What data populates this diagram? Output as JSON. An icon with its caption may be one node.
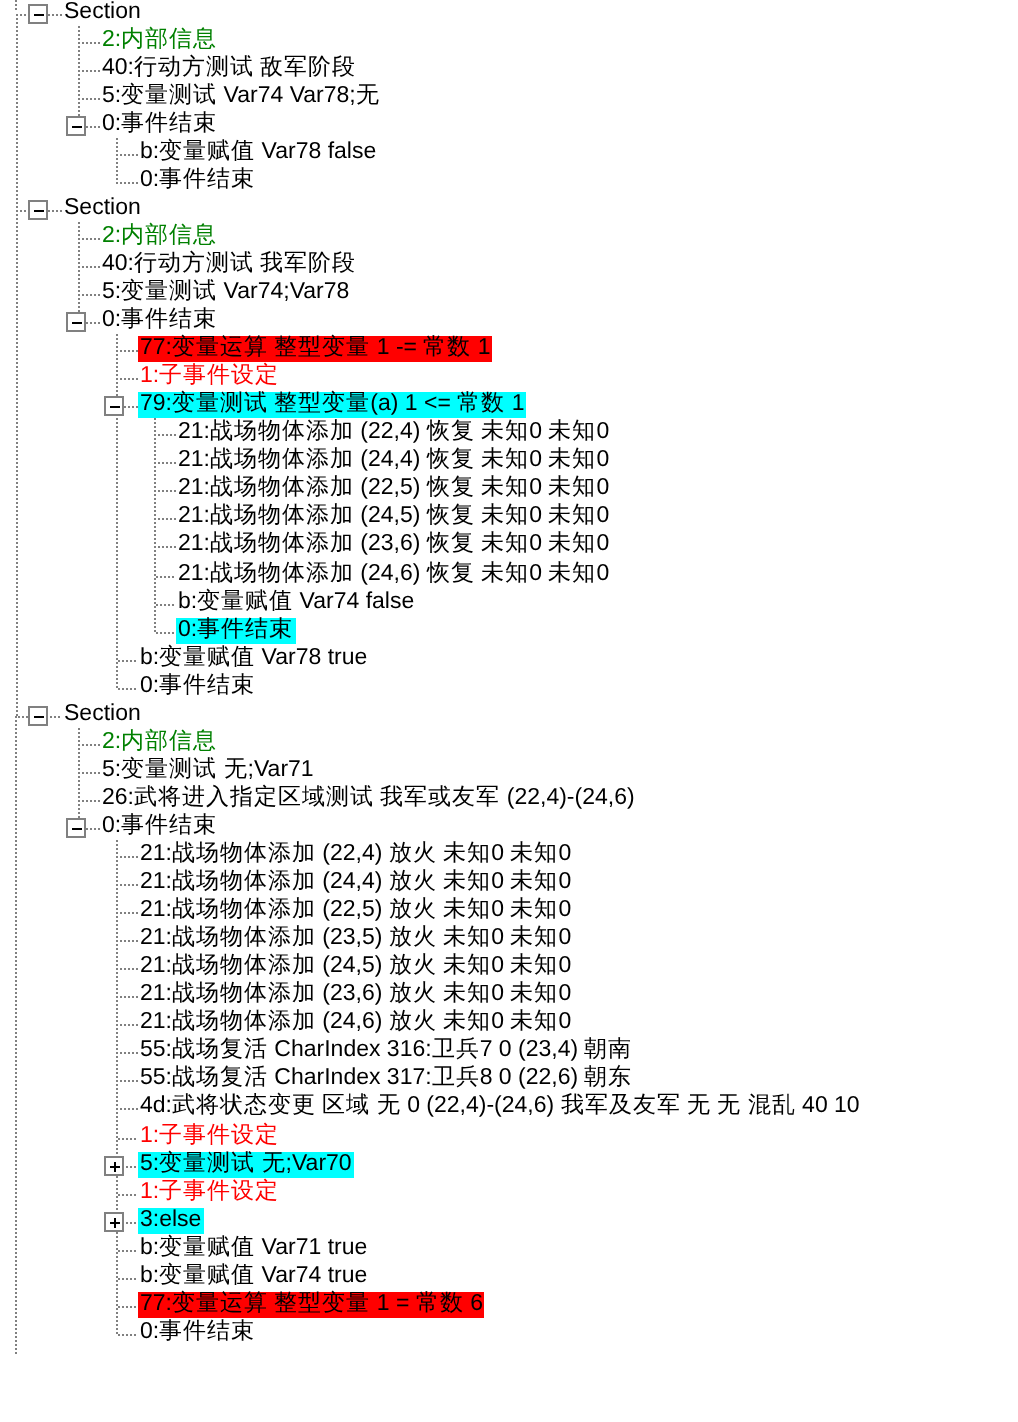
{
  "diagram": {
    "nodes": [
      {
        "text": [
          "Section"
        ]
      },
      {
        "text": [
          "2:内部信息"
        ]
      },
      {
        "text": [
          "40:行动方测试 敌军阶段"
        ]
      },
      {
        "text": [
          "5:变量测试 Var74 Var78;无"
        ]
      },
      {
        "text": [
          "0:事件结束"
        ]
      },
      {
        "text": [
          "b:变量赋值 Var78 false"
        ]
      },
      {
        "text": [
          "0:事件结束"
        ]
      },
      {
        "text": [
          "Section"
        ]
      },
      {
        "text": [
          "2:内部信息"
        ]
      },
      {
        "text": [
          "40:行动方测试 我军阶段"
        ]
      },
      {
        "text": [
          "5:变量测试 Var74;Var78"
        ]
      },
      {
        "text": [
          "0:事件结束"
        ]
      },
      {
        "text": [
          "77:变量运算 整型变量 1 -= 常数 1"
        ]
      },
      {
        "text": [
          "1:子事件设定"
        ]
      },
      {
        "text": [
          "79:变量测试 整型变量(a) 1 <= 常数 1"
        ]
      },
      {
        "text": [
          "21:战场物体添加 (22,4) 恢复 未知0 未知0"
        ]
      },
      {
        "text": [
          "21:战场物体添加 (24,4) 恢复 未知0 未知0"
        ]
      },
      {
        "text": [
          "21:战场物体添加 (22,5) 恢复 未知0 未知0"
        ]
      },
      {
        "text": [
          "21:战场物体添加 (24,5) 恢复 未知0 未知0"
        ]
      },
      {
        "text": [
          "21:战场物体添加 (23,6) 恢复 未知0 未知0"
        ]
      },
      {
        "text": [
          "21:战场物体添加 (24,6) 恢复 未知0 未知0"
        ]
      },
      {
        "text": [
          "b:变量赋值 Var74 false"
        ]
      },
      {
        "text": [
          "0:事件结束"
        ]
      },
      {
        "text": [
          "b:变量赋值 Var78 true"
        ]
      },
      {
        "text": [
          "0:事件结束"
        ]
      },
      {
        "text": [
          "Section"
        ]
      },
      {
        "text": [
          "2:内部信息"
        ]
      },
      {
        "text": [
          "5:变量测试 无;Var71"
        ]
      },
      {
        "text": [
          "26:武将进入指定区域测试 我军或友军 (22,4)-(24,6)"
        ]
      },
      {
        "text": [
          "0:事件结束"
        ]
      },
      {
        "text": [
          "21:战场物体添加 (22,4) 放火 未知0 未知0"
        ]
      },
      {
        "text": [
          "21:战场物体添加 (24,4) 放火 未知0 未知0"
        ]
      },
      {
        "text": [
          "21:战场物体添加 (22,5) 放火 未知0 未知0"
        ]
      },
      {
        "text": [
          "21:战场物体添加 (23,5) 放火 未知0 未知0"
        ]
      },
      {
        "text": [
          "21:战场物体添加 (24,5) 放火 未知0 未知0"
        ]
      },
      {
        "text": [
          "21:战场物体添加 (23,6) 放火 未知0 未知0"
        ]
      },
      {
        "text": [
          "21:战场物体添加 (24,6) 放火 未知0 未知0"
        ]
      },
      {
        "text": [
          "55:战场复活 CharIndex 316:卫兵7 0 (23,4) 朝南"
        ]
      },
      {
        "text": [
          "55:战场复活 CharIndex 317:卫兵8 0 (22,6) 朝东"
        ]
      },
      {
        "text": [
          "4d:武将状态变更 区域 无 0 (22,4)-(24,6) 我军及友军 无 无 混乱 40 10"
        ]
      },
      {
        "text": [
          "1:子事件设定"
        ]
      },
      {
        "text": [
          "5:变量测试 无;Var70"
        ]
      },
      {
        "text": [
          "1:子事件设定"
        ]
      },
      {
        "text": [
          "3:else"
        ]
      },
      {
        "text": [
          "b:变量赋值 Var71 true"
        ]
      },
      {
        "text": [
          "b:变量赋值 Var74 true"
        ]
      },
      {
        "text": [
          "77:变量运算 整型变量 1 = 常数 6"
        ]
      },
      {
        "text": [
          "0:事件结束"
        ]
      }
    ],
    "edges": [
      {
        "from": 0,
        "to": 7,
        "arrow": "none",
        "style": "dashed"
      },
      {
        "from": 7,
        "to": 25,
        "arrow": "none",
        "style": "dashed"
      },
      {
        "from": 0,
        "to": 1,
        "arrow": "none",
        "style": "dashed"
      },
      {
        "from": 0,
        "to": 2,
        "arrow": "none",
        "style": "dashed"
      },
      {
        "from": 0,
        "to": 3,
        "arrow": "none",
        "style": "dashed"
      },
      {
        "from": 0,
        "to": 4,
        "arrow": "none",
        "style": "dashed"
      },
      {
        "from": 4,
        "to": 5,
        "arrow": "none",
        "style": "dashed"
      },
      {
        "from": 4,
        "to": 6,
        "arrow": "none",
        "style": "dashed"
      },
      {
        "from": 7,
        "to": 8,
        "arrow": "none",
        "style": "dashed"
      },
      {
        "from": 7,
        "to": 9,
        "arrow": "none",
        "style": "dashed"
      },
      {
        "from": 7,
        "to": 10,
        "arrow": "none",
        "style": "dashed"
      },
      {
        "from": 7,
        "to": 11,
        "arrow": "none",
        "style": "dashed"
      },
      {
        "from": 11,
        "to": 12,
        "arrow": "none",
        "style": "dashed"
      },
      {
        "from": 11,
        "to": 13,
        "arrow": "none",
        "style": "dashed"
      },
      {
        "from": 11,
        "to": 14,
        "arrow": "none",
        "style": "dashed"
      },
      {
        "from": 14,
        "to": 15,
        "arrow": "none",
        "style": "dashed"
      },
      {
        "from": 14,
        "to": 16,
        "arrow": "none",
        "style": "dashed"
      },
      {
        "from": 14,
        "to": 17,
        "arrow": "none",
        "style": "dashed"
      },
      {
        "from": 14,
        "to": 18,
        "arrow": "none",
        "style": "dashed"
      },
      {
        "from": 14,
        "to": 19,
        "arrow": "none",
        "style": "dashed"
      },
      {
        "from": 14,
        "to": 20,
        "arrow": "none",
        "style": "dashed"
      },
      {
        "from": 14,
        "to": 21,
        "arrow": "none",
        "style": "dashed"
      },
      {
        "from": 14,
        "to": 22,
        "arrow": "none",
        "style": "dashed"
      },
      {
        "from": 11,
        "to": 23,
        "arrow": "none",
        "style": "dashed"
      },
      {
        "from": 11,
        "to": 24,
        "arrow": "none",
        "style": "dashed"
      },
      {
        "from": 25,
        "to": 26,
        "arrow": "none",
        "style": "dashed"
      },
      {
        "from": 25,
        "to": 27,
        "arrow": "none",
        "style": "dashed"
      },
      {
        "from": 25,
        "to": 28,
        "arrow": "none",
        "style": "dashed"
      },
      {
        "from": 25,
        "to": 29,
        "arrow": "none",
        "style": "dashed"
      },
      {
        "from": 29,
        "to": 30,
        "arrow": "none",
        "style": "dashed"
      },
      {
        "from": 29,
        "to": 31,
        "arrow": "none",
        "style": "dashed"
      },
      {
        "from": 29,
        "to": 32,
        "arrow": "none",
        "style": "dashed"
      },
      {
        "from": 29,
        "to": 33,
        "arrow": "none",
        "style": "dashed"
      },
      {
        "from": 29,
        "to": 34,
        "arrow": "none",
        "style": "dashed"
      },
      {
        "from": 29,
        "to": 35,
        "arrow": "none",
        "style": "dashed"
      },
      {
        "from": 29,
        "to": 36,
        "arrow": "none",
        "style": "dashed"
      },
      {
        "from": 29,
        "to": 37,
        "arrow": "none",
        "style": "dashed"
      },
      {
        "from": 29,
        "to": 38,
        "arrow": "none",
        "style": "dashed"
      },
      {
        "from": 29,
        "to": 39,
        "arrow": "none",
        "style": "dashed"
      },
      {
        "from": 29,
        "to": 40,
        "arrow": "none",
        "style": "dashed"
      },
      {
        "from": 29,
        "to": 41,
        "arrow": "none",
        "style": "dashed"
      },
      {
        "from": 29,
        "to": 42,
        "arrow": "none",
        "style": "dashed"
      },
      {
        "from": 29,
        "to": 43,
        "arrow": "none",
        "style": "dashed"
      },
      {
        "from": 29,
        "to": 44,
        "arrow": "none",
        "style": "dashed"
      },
      {
        "from": 29,
        "to": 45,
        "arrow": "none",
        "style": "dashed"
      },
      {
        "from": 29,
        "to": 46,
        "arrow": "none",
        "style": "dashed"
      },
      {
        "from": 29,
        "to": 47,
        "arrow": "none",
        "style": "dashed"
      }
    ]
  }
}
